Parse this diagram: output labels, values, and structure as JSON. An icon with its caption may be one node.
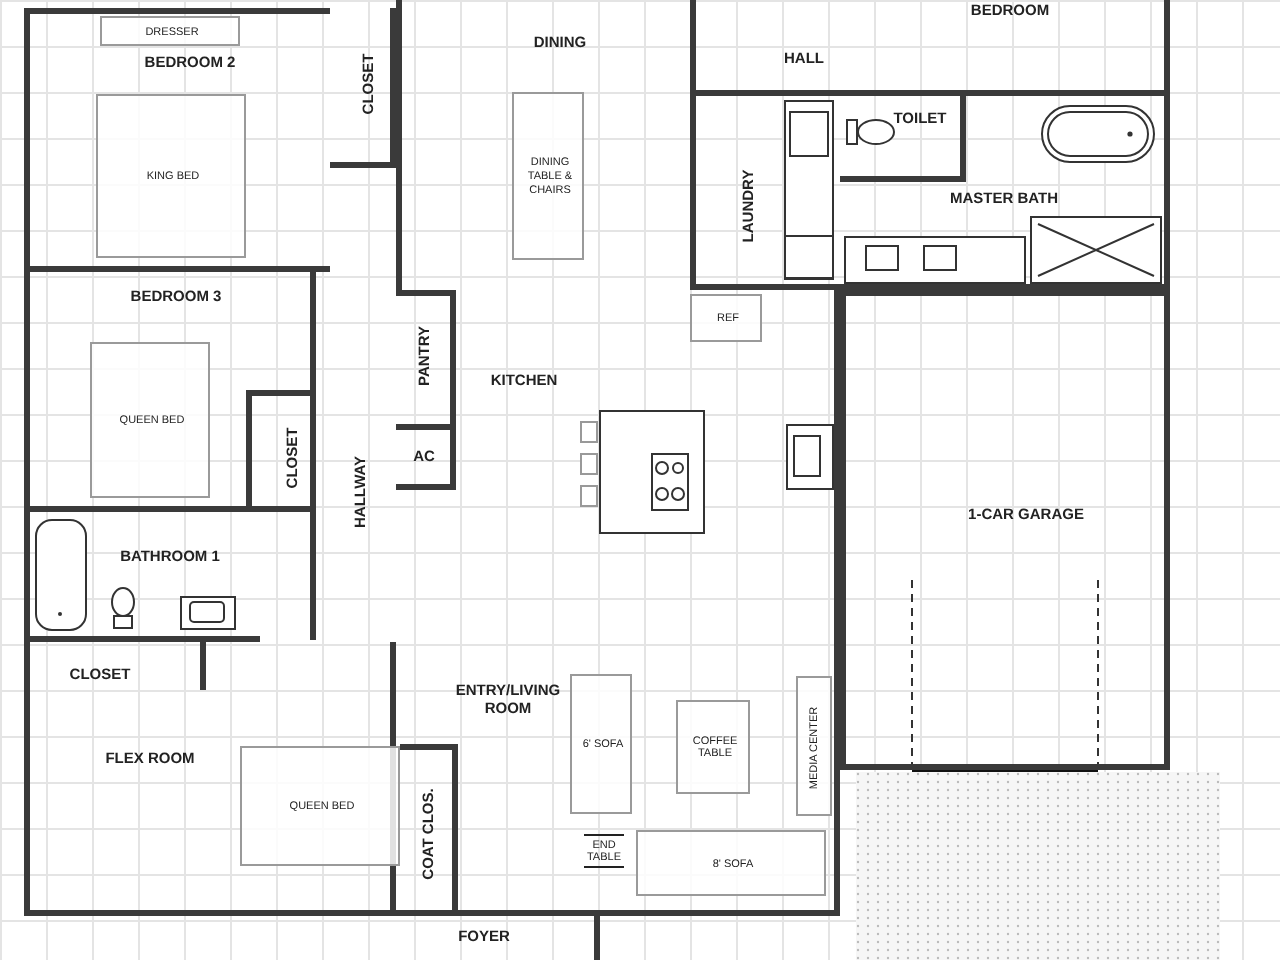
{
  "diagram": {
    "nodes": [
      {
        "text": [
          "BEDROOM 2"
        ]
      },
      {
        "text": [
          "DRESSER"
        ],
        "in": 0
      },
      {
        "text": [
          "KING BED"
        ],
        "in": 0
      },
      {
        "text": [
          "CLOSET"
        ]
      },
      {
        "text": [
          "DINING"
        ]
      },
      {
        "text": [
          "DINING TABLE & CHAIRS"
        ],
        "in": 4
      },
      {
        "text": [
          "HALL"
        ]
      },
      {
        "text": [
          "BEDROOM"
        ]
      },
      {
        "text": [
          "LAUNDRY"
        ]
      },
      {
        "text": [
          "MASTER BATH"
        ]
      },
      {
        "text": [
          "TOILET"
        ],
        "in": 9
      },
      {
        "text": [
          "BEDROOM 3"
        ]
      },
      {
        "text": [
          "QUEEN BED"
        ],
        "in": 11
      },
      {
        "text": [
          "CLOSET"
        ],
        "in": 11
      },
      {
        "text": [
          "HALLWAY"
        ]
      },
      {
        "text": [
          "PANTRY"
        ]
      },
      {
        "text": [
          "AC"
        ]
      },
      {
        "text": [
          "KITCHEN"
        ]
      },
      {
        "text": [
          "REF"
        ],
        "in": 17
      },
      {
        "text": [
          "1-CAR GARAGE"
        ]
      },
      {
        "text": [
          "BATHROOM 1"
        ]
      },
      {
        "text": [
          "FLEX ROOM"
        ]
      },
      {
        "text": [
          "CLOSET"
        ],
        "in": 21
      },
      {
        "text": [
          "QUEEN BED"
        ],
        "in": 21
      },
      {
        "text": [
          "ENTRY/LIVING ROOM"
        ]
      },
      {
        "text": [
          "COAT CLOS."
        ],
        "in": 24
      },
      {
        "text": [
          "6' SOFA"
        ],
        "in": 24
      },
      {
        "text": [
          "COFFEE TABLE"
        ],
        "in": 24
      },
      {
        "text": [
          "MEDIA CENTER"
        ],
        "in": 24
      },
      {
        "text": [
          "END TABLE"
        ],
        "in": 24
      },
      {
        "text": [
          "8' SOFA"
        ],
        "in": 24
      },
      {
        "text": [
          "FOYER"
        ]
      }
    ]
  }
}
